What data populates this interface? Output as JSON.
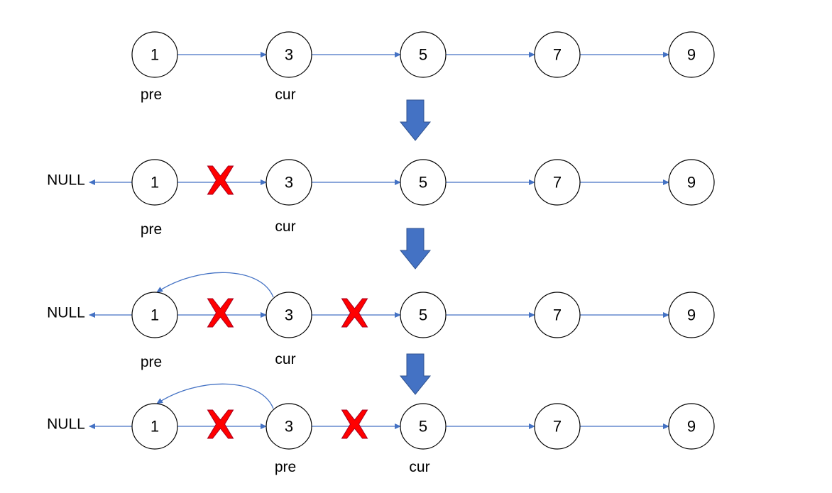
{
  "colors": {
    "link": "#4472C4",
    "step_arrow": "#4472C4",
    "cross": "#FF0000",
    "cross_outline": "#A50021",
    "node_stroke": "#000000"
  },
  "rows": [
    {
      "id": "row-1",
      "nodes": [
        "1",
        "3",
        "5",
        "7",
        "9"
      ],
      "null_label": null,
      "broken_links": [],
      "reverse_curve": null,
      "pointers": [
        {
          "text": "pre",
          "node": 0
        },
        {
          "text": "cur",
          "node": 1
        }
      ]
    },
    {
      "id": "row-2",
      "nodes": [
        "1",
        "3",
        "5",
        "7",
        "9"
      ],
      "null_label": "NULL",
      "broken_links": [
        0
      ],
      "reverse_curve": null,
      "pointers": [
        {
          "text": "pre",
          "node": 0
        },
        {
          "text": "cur",
          "node": 1
        }
      ]
    },
    {
      "id": "row-3",
      "nodes": [
        "1",
        "3",
        "5",
        "7",
        "9"
      ],
      "null_label": "NULL",
      "broken_links": [
        0,
        1
      ],
      "reverse_curve": {
        "from": 1,
        "to": 0
      },
      "pointers": [
        {
          "text": "pre",
          "node": 0
        },
        {
          "text": "cur",
          "node": 1
        }
      ]
    },
    {
      "id": "row-4",
      "nodes": [
        "1",
        "3",
        "5",
        "7",
        "9"
      ],
      "null_label": "NULL",
      "broken_links": [
        0,
        1
      ],
      "reverse_curve": {
        "from": 1,
        "to": 0
      },
      "pointers": [
        {
          "text": "pre",
          "node": 1
        },
        {
          "text": "cur",
          "node": 2
        }
      ]
    }
  ],
  "step_arrows": 3
}
